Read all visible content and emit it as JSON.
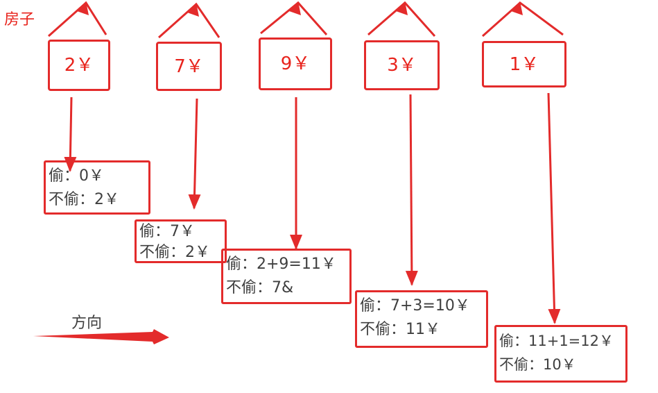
{
  "houses_label": "房子",
  "direction_label": "方向",
  "colors": {
    "accent": "#e32b2b",
    "text": "#3f3f3f",
    "label": "#e8231c"
  },
  "houses": [
    {
      "value": "2￥"
    },
    {
      "value": "7￥"
    },
    {
      "value": "9￥"
    },
    {
      "value": "3￥"
    },
    {
      "value": "1￥"
    }
  ],
  "results": [
    {
      "steal": "偷：0￥",
      "no_steal": "不偷：2￥"
    },
    {
      "steal": "偷：7￥",
      "no_steal": "不偷：2￥"
    },
    {
      "steal": "偷：2+9=11￥",
      "no_steal": "不偷：7&"
    },
    {
      "steal": "偷：7+3=10￥",
      "no_steal": "不偷：11￥"
    },
    {
      "steal": "偷：11+1=12￥",
      "no_steal": "不偷：10￥"
    }
  ]
}
